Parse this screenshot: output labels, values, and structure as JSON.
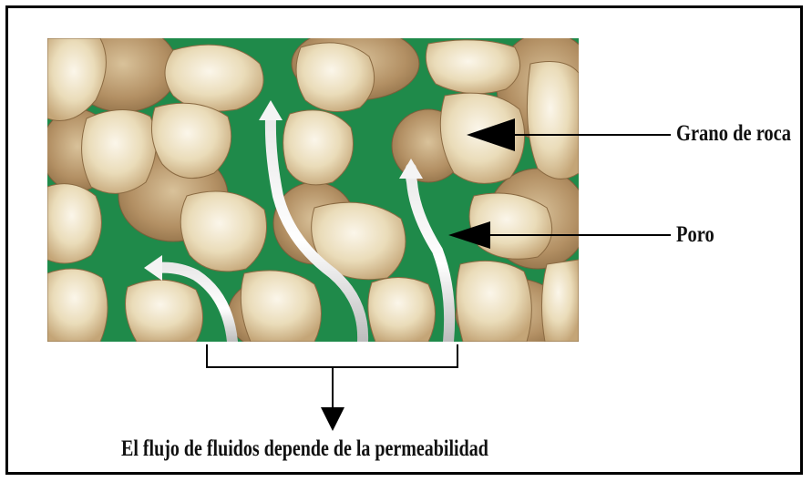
{
  "labels": {
    "grain": "Grano de roca",
    "pore": "Poro",
    "caption": "El flujo de fluidos depende de la permeabilidad"
  },
  "colors": {
    "pore_fill": "#1f8a4a",
    "grain_light": "#f2e7cc",
    "grain_dark": "#a8865a",
    "flow_arrow": "#f4f4f4",
    "annotation": "#000000"
  }
}
